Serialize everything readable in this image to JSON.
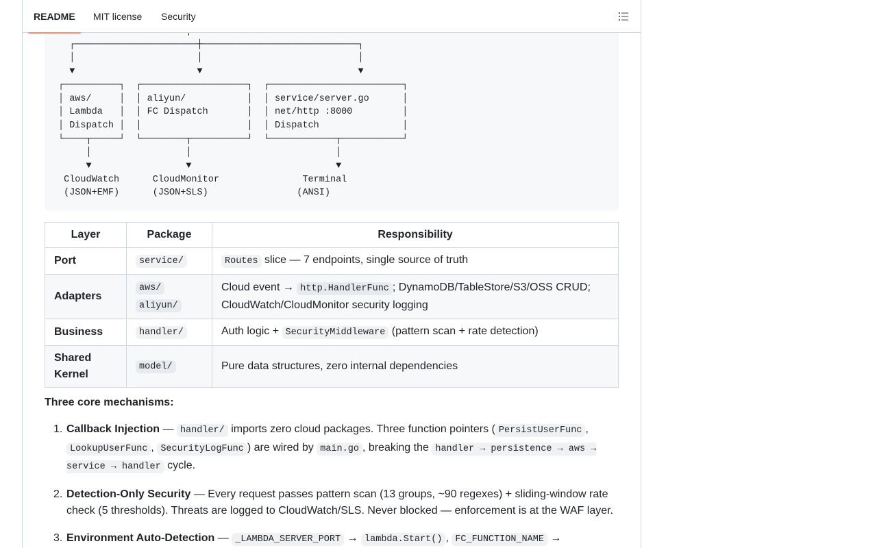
{
  "tabs": [
    {
      "label": "README",
      "active": true
    },
    {
      "label": "MIT license",
      "active": false
    },
    {
      "label": "Security",
      "active": false
    }
  ],
  "outline_icon": "list-unordered-icon",
  "diagram": "                       │\n  ┌──────────────────────┼────────────────────────────┐\n  │                      │                            │\n  ▼                      ▼                            ▼\n┌──────────┐  ┌───────────────────┐  ┌────────────────────────┐\n│ aws/     │  │ aliyun/           │  │ service/server.go      │\n│ Lambda   │  │ FC Dispatch       │  │ net/http :8000         │\n│ Dispatch │  │                   │  │ Dispatch               │\n└────┬─────┘  └────────┬──────────┘  └────────────┬───────────┘\n     │                 │                          │\n     ▼                 ▼                          ▼\n CloudWatch      CloudMonitor               Terminal\n (JSON+EMF)      (JSON+SLS)                (ANSI)",
  "table": {
    "headers": [
      "Layer",
      "Package",
      "Responsibility"
    ],
    "rows": [
      {
        "layer": "Port",
        "pkg1": "service/",
        "pkg2": "",
        "resp_code": "Routes",
        "resp_text": " slice — 7 endpoints, single source of truth"
      },
      {
        "layer": "Adapters",
        "pkg1": "aws/",
        "pkg2": "aliyun/",
        "resp_pre": "Cloud event → ",
        "resp_code": "http.HandlerFunc",
        "resp_text": "; DynamoDB/TableStore/S3/OSS CRUD; CloudWatch/CloudMonitor security logging"
      },
      {
        "layer": "Business",
        "pkg1": "handler/",
        "pkg2": "",
        "resp_pre": "Auth logic + ",
        "resp_code": "SecurityMiddleware",
        "resp_text": " (pattern scan + rate detection)"
      },
      {
        "layer": "Shared Kernel",
        "pkg1": "model/",
        "pkg2": "",
        "resp_text": "Pure data structures, zero internal dependencies"
      }
    ]
  },
  "mechanisms_title": "Three core mechanisms:",
  "mechanisms": [
    {
      "num": "1.",
      "title": "Callback Injection",
      "t1": " — ",
      "c1": "handler/",
      "t2": " imports zero cloud packages. Three function pointers (",
      "c2": "PersistUserFunc",
      "t3": ", ",
      "c3": "LookupUserFunc",
      "t4": ", ",
      "c4": "SecurityLogFunc",
      "t5": ") are wired by ",
      "c5": "main.go",
      "t6": ", breaking the ",
      "c6": "handler → persistence → aws → service → handler",
      "t7": " cycle."
    },
    {
      "num": "2.",
      "title": "Detection-Only Security",
      "text": " — Every request passes pattern scan (13 groups, ~90 regexes) + sliding-window rate check (5 thresholds). Threats are logged to CloudWatch/SLS. Never blocked — enforcement is at the WAF layer."
    },
    {
      "num": "3.",
      "title": "Environment Auto-Detection",
      "t1": " — ",
      "c1": "_LAMBDA_SERVER_PORT",
      "t2": " → ",
      "c2": "lambda.Start()",
      "t3": ", ",
      "c3": "FC_FUNCTION_NAME",
      "t4": " →"
    }
  ]
}
